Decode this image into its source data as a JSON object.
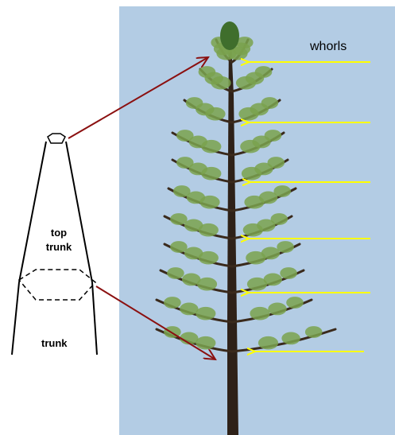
{
  "labels": {
    "whorls": "whorls",
    "top_trunk_line1": "top",
    "top_trunk_line2": "trunk",
    "trunk": "trunk"
  },
  "colors": {
    "sky": "#b3cce4",
    "arrow_yellow": "#ffff00",
    "arrow_darkred": "#8b1010",
    "foliage": "#3f6e2c",
    "foliage_light": "#7aa24e",
    "branch": "#3a2a1c"
  }
}
